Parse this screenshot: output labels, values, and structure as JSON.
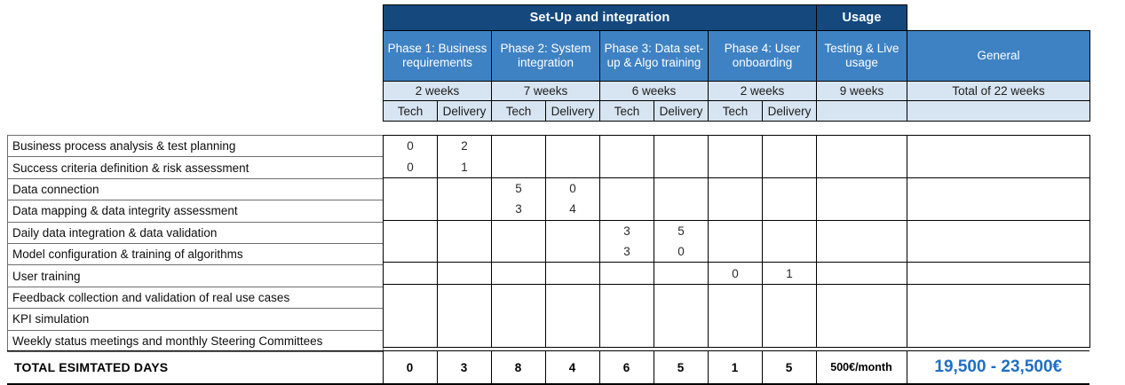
{
  "table": {
    "top_bands": [
      {
        "label": "Set-Up and integration",
        "span": 8,
        "kind": "dark"
      },
      {
        "label": "Usage",
        "span": 1,
        "kind": "dark"
      },
      {
        "label": "",
        "span": 1,
        "kind": "blank"
      }
    ],
    "phases": [
      {
        "label": "Phase 1: Business requirements",
        "span": 2
      },
      {
        "label": "Phase 2: System integration",
        "span": 2
      },
      {
        "label": "Phase 3: Data set-up & Algo training",
        "span": 2
      },
      {
        "label": "Phase 4: User onboarding",
        "span": 2
      },
      {
        "label": "Testing & Live usage",
        "span": 1
      },
      {
        "label": "General",
        "span": 1
      }
    ],
    "durations": [
      {
        "label": "2 weeks",
        "span": 2
      },
      {
        "label": "7 weeks",
        "span": 2
      },
      {
        "label": "6 weeks",
        "span": 2
      },
      {
        "label": "2 weeks",
        "span": 2
      },
      {
        "label": "9 weeks",
        "span": 1
      },
      {
        "label": "Total of 22 weeks",
        "span": 1
      }
    ],
    "subheaders": [
      {
        "label": "Tech"
      },
      {
        "label": "Delivery"
      },
      {
        "label": "Tech"
      },
      {
        "label": "Delivery"
      },
      {
        "label": "Tech"
      },
      {
        "label": "Delivery"
      },
      {
        "label": "Tech"
      },
      {
        "label": "Delivery"
      },
      {
        "label": ""
      },
      {
        "label": ""
      }
    ],
    "tasks": [
      "Business process analysis & test planning",
      "Success criteria definition & risk assessment",
      "Data connection",
      "Data mapping & data integrity assessment",
      "Daily data integration & data validation",
      "Model configuration & training of algorithms",
      "User training",
      "Feedback collection and validation of real use cases",
      "KPI simulation",
      "Weekly status meetings and monthly Steering Committees"
    ],
    "values": [
      [
        "0",
        "2",
        "",
        "",
        "",
        "",
        "",
        "",
        "",
        ""
      ],
      [
        "0",
        "1",
        "",
        "",
        "",
        "",
        "",
        "",
        "",
        ""
      ],
      [
        "",
        "",
        "5",
        "0",
        "",
        "",
        "",
        "",
        "",
        ""
      ],
      [
        "",
        "",
        "3",
        "4",
        "",
        "",
        "",
        "",
        "",
        ""
      ],
      [
        "",
        "",
        "",
        "",
        "3",
        "5",
        "",
        "",
        "",
        ""
      ],
      [
        "",
        "",
        "",
        "",
        "3",
        "0",
        "",
        "",
        "",
        ""
      ],
      [
        "",
        "",
        "",
        "",
        "",
        "",
        "0",
        "1",
        "",
        ""
      ],
      [
        "",
        "",
        "",
        "",
        "",
        "",
        "",
        "",
        "",
        ""
      ],
      [
        "",
        "",
        "",
        "",
        "",
        "",
        "",
        "",
        "",
        ""
      ],
      [
        "",
        "",
        "",
        "",
        "",
        "",
        "",
        "",
        "",
        ""
      ]
    ],
    "group_end_rows": [
      1,
      3,
      5,
      6,
      9
    ],
    "totals": {
      "label": "TOTAL ESIMTATED DAYS",
      "cells": [
        "0",
        "3",
        "8",
        "4",
        "6",
        "5",
        "1",
        "5"
      ],
      "usage_fee": "500€/month",
      "price_range": "19,500 - 23,500€"
    }
  },
  "colors": {
    "band_dark": "#15497E",
    "phase_blue": "#3E82C4",
    "light_blue": "#D7E4F1",
    "price_blue": "#1F6FC4"
  }
}
